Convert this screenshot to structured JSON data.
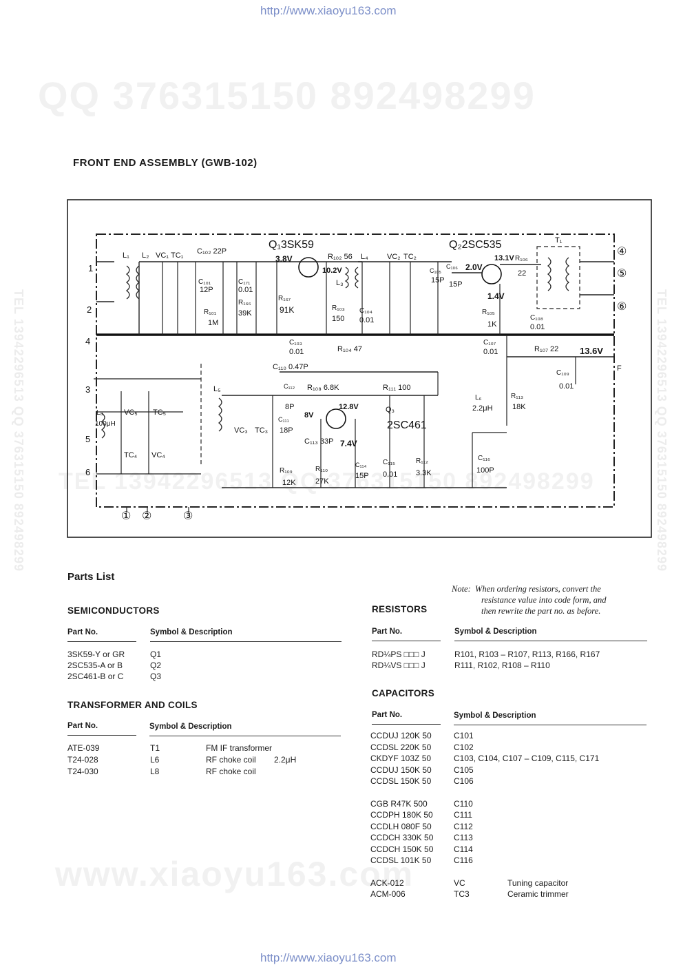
{
  "header": {
    "url": "http://www.xiaoyu163.com"
  },
  "footer": {
    "url": "http://www.xiaoyu163.com"
  },
  "watermarks": {
    "top": "QQ 376315150   892498299",
    "middle": "TEL 13942296513   QQ 376315150   892498299",
    "bottom": "www.xiaoyu163.com",
    "left_side": "TEL 13942296513  QQ 376315150  892498299",
    "right_side": "TEL 13942296513  QQ 376315150  892498299"
  },
  "title": "FRONT END ASSEMBLY (GWB-102)",
  "schematic": {
    "labels": {
      "q1": "Q₁3SK59",
      "q2": "Q₂2SC535",
      "q3a": "Q₃",
      "q3b": "2SC461",
      "v38": "3.8V",
      "v102": "10.2V",
      "v131": "13.1V",
      "v20": "2.0V",
      "v14": "1.4V",
      "v136": "13.6V",
      "v128": "12.8V",
      "v8": "8V",
      "v74": "7.4V",
      "l1": "L₁",
      "l2": "L₂",
      "vc1": "VC₁",
      "tc1": "TC₁",
      "c102": "C₁₀₂ 22P",
      "c101": "C₁₀₁",
      "c101v": "12P",
      "c171": "C₁₇₁",
      "c171v": "0.01",
      "r166": "R₁₆₆",
      "r166v": "39K",
      "r101": "R₁₀₁",
      "r101v": "1M",
      "r167": "R₁₆₇",
      "r167v": "91K",
      "r102": "R₁₀₂ 56",
      "l4": "L₄",
      "l3": "L₃",
      "vc2": "VC₂",
      "tc2": "TC₂",
      "r103": "R₁₀₃",
      "r103v": "150",
      "c104": "C₁₀₄",
      "c104v": "0.01",
      "c105": "C₁₀₅",
      "c105v": "15P",
      "c106": "C₁₀₆",
      "c106v": "15P",
      "r106": "R₁₀₆",
      "r106v": "22",
      "t1": "T₁",
      "r105": "R₁₀₅",
      "r105v": "1K",
      "c108": "C₁₀₈",
      "c108v": "0.01",
      "c103": "C₁₀₃",
      "c103v": "0.01",
      "r104": "R₁₀₄ 47",
      "c107": "C₁₀₇",
      "c107v": "0.01",
      "r107": "R₁₀₇ 22",
      "c109": "C₁₀₉",
      "c109v": "0.01",
      "f": "F",
      "c110": "C₁₁₀ 0.47P",
      "l5": "L₅",
      "c112": "C₁₁₂",
      "c112v": "8P",
      "r108": "R₁₀₈ 6.8K",
      "r111": "R₁₁₁ 100",
      "c111": "C₁₁₁",
      "c111v": "18P",
      "vc3": "VC₃",
      "tc3": "TC₃",
      "c113": "C₁₁₃ 33P",
      "l6": "L₆",
      "l6v": "2.2μH",
      "r113": "R₁₁₃",
      "r113v": "18K",
      "r109": "R₁₀₉",
      "r109v": "12K",
      "r110": "R₁₁₀",
      "r110v": "27K",
      "c114": "C₁₁₄",
      "c114v": "15P",
      "c115": "C₁₁₅",
      "c115v": "0.01",
      "r112": "R₁₁₂",
      "r112v": "3.3K",
      "c116": "C₁₁₆",
      "c116v": "100P",
      "l8": "L₈",
      "l8v": "100μH",
      "vc5": "VC₅",
      "tc5": "TC₅",
      "tc4": "TC₄",
      "vc4": "VC₄",
      "p1": "1",
      "p2": "2",
      "p3": "3",
      "p4": "4",
      "p5": "5",
      "p6": "6",
      "o1": "①",
      "o2": "②",
      "o3": "③",
      "o4": "④",
      "o5": "⑤",
      "o6": "⑥"
    }
  },
  "parts_list": {
    "title": "Parts List",
    "col_part": "Part No.",
    "col_symbol": "Symbol & Description",
    "semiconductors": {
      "heading": "SEMICONDUCTORS",
      "rows": [
        {
          "part": "3SK59-Y or GR",
          "symbol": "Q1"
        },
        {
          "part": "2SC535-A or B",
          "symbol": "Q2"
        },
        {
          "part": "2SC461-B or C",
          "symbol": "Q3"
        }
      ]
    },
    "transformer_coils": {
      "heading": "TRANSFORMER AND COILS",
      "rows": [
        {
          "part": "ATE-039",
          "symbol": "T1",
          "desc": "FM IF transformer",
          "extra": ""
        },
        {
          "part": "T24-028",
          "symbol": "L6",
          "desc": "RF choke coil",
          "extra": "2.2μH"
        },
        {
          "part": "T24-030",
          "symbol": "L8",
          "desc": "RF choke coil",
          "extra": ""
        }
      ]
    },
    "note": {
      "lead": "Note:",
      "line1": "When ordering resistors, convert the",
      "line2": "resistance value into code form, and",
      "line3": "then rewrite the part no. as before."
    },
    "resistors": {
      "heading": "RESISTORS",
      "rows": [
        {
          "part": "RD¼PS □□□ J",
          "symbol": "R101, R103 – R107, R113, R166, R167"
        },
        {
          "part": "RD¼VS □□□ J",
          "symbol": "R111, R102, R108 – R110"
        }
      ]
    },
    "capacitors": {
      "heading": "CAPACITORS",
      "rows": [
        {
          "part": "CCDUJ 120K 50",
          "symbol": "C101",
          "desc": ""
        },
        {
          "part": "CCDSL 220K 50",
          "symbol": "C102",
          "desc": ""
        },
        {
          "part": "CKDYF 103Z 50",
          "symbol": "C103, C104, C107 – C109, C115, C171",
          "desc": ""
        },
        {
          "part": "CCDUJ 150K 50",
          "symbol": "C105",
          "desc": ""
        },
        {
          "part": "CCDSL 150K 50",
          "symbol": "C106",
          "desc": ""
        },
        {
          "part": "CGB R47K 500",
          "symbol": "C110",
          "desc": ""
        },
        {
          "part": "CCDPH 180K 50",
          "symbol": "C111",
          "desc": ""
        },
        {
          "part": "CCDLH 080F 50",
          "symbol": "C112",
          "desc": ""
        },
        {
          "part": "CCDCH 330K 50",
          "symbol": "C113",
          "desc": ""
        },
        {
          "part": "CCDCH 150K 50",
          "symbol": "C114",
          "desc": ""
        },
        {
          "part": "CCDSL 101K 50",
          "symbol": "C116",
          "desc": ""
        },
        {
          "part": "ACK-012",
          "symbol": "VC",
          "desc": "Tuning capacitor"
        },
        {
          "part": "ACM-006",
          "symbol": "TC3",
          "desc": "Ceramic trimmer"
        }
      ]
    }
  }
}
